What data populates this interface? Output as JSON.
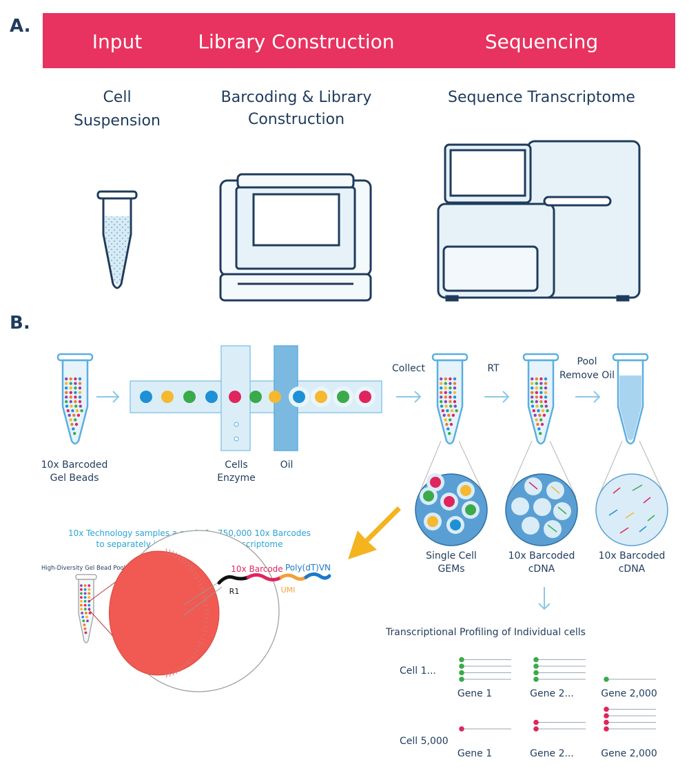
{
  "panel_a": {
    "letter": "A.",
    "banner": {
      "color": "#e8325f",
      "stages": [
        "Input",
        "Library Construction",
        "Sequencing"
      ]
    },
    "steps": [
      {
        "lines": [
          "Cell",
          "Suspension"
        ]
      },
      {
        "lines": [
          "Barcoding & Library",
          "Construction"
        ]
      },
      {
        "lines": [
          "Sequence Transcriptome"
        ]
      }
    ]
  },
  "panel_b": {
    "letter": "B.",
    "gel_beads_label": [
      "10x Barcoded",
      "Gel Beads"
    ],
    "cells_label": [
      "Cells",
      "Enzyme"
    ],
    "oil_label": "Oil",
    "collect_label": "Collect",
    "rt_label": "RT",
    "pool_label": [
      "Pool",
      "Remove Oil"
    ],
    "gem_label": [
      "Single Cell",
      "GEMs"
    ],
    "cdna_label_1": [
      "10x Barcoded",
      "cDNA"
    ],
    "cdna_label_2": [
      "10x Barcoded",
      "cDNA"
    ],
    "tech_note": [
      "10x Technology samples a pool of ~750,000 10x Barcodes",
      "to separately index each cell's transcriptome"
    ],
    "bead_pool_label": "High-Diversity Gel Bead Pool",
    "oligo": {
      "barcode": "10x Barcode",
      "polydt": "Poly(dT)VN",
      "r1": "R1",
      "umi": "UMI"
    },
    "profiling": {
      "title": "Transcriptional Profiling of Individual cells",
      "cells": [
        {
          "name": "Cell 1...",
          "genes": [
            {
              "name": "Gene 1",
              "count": 4
            },
            {
              "name": "Gene 2...",
              "count": 4
            },
            {
              "name": "Gene 2,000",
              "count": 1
            }
          ]
        },
        {
          "name": "Cell 5,000",
          "genes": [
            {
              "name": "Gene 1",
              "count": 1
            },
            {
              "name": "Gene 2...",
              "count": 2
            },
            {
              "name": "Gene 2,000",
              "count": 4
            }
          ]
        }
      ]
    },
    "colors": {
      "accent": "#e8325f",
      "arrow": "#f5b320",
      "light_blue": "#dbeef7",
      "dark_navy": "#1f3b5c",
      "dot_blue": "#1e90d6",
      "dot_yellow": "#f5b82e",
      "dot_green": "#3aaa4a",
      "dot_red": "#e0245e"
    }
  }
}
